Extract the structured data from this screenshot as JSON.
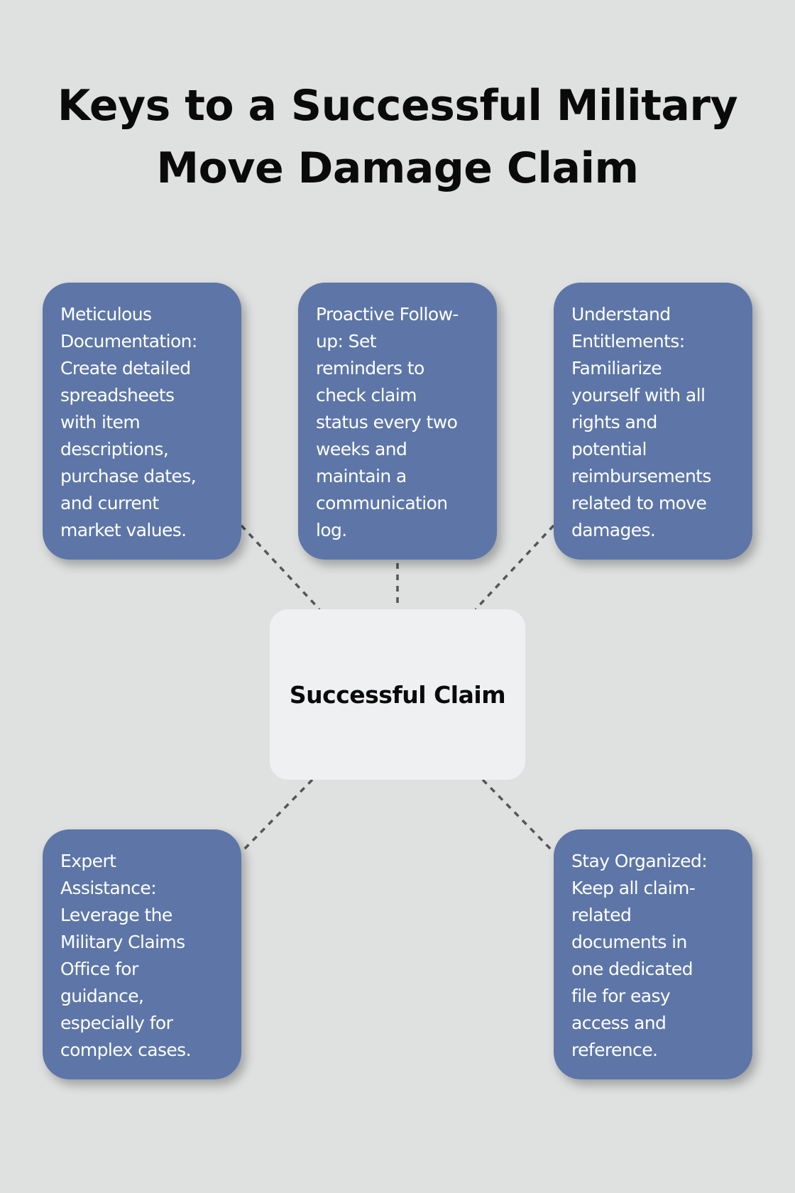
{
  "title": {
    "lines": [
      "Keys to a Successful Military",
      "Move Damage Claim"
    ]
  },
  "center": {
    "label": "Successful Claim"
  },
  "nodes": [
    {
      "lines": [
        "Meticulous",
        "Documentation:",
        "Create detailed",
        "spreadsheets",
        "with item",
        "descriptions,",
        "purchase dates,",
        "and current",
        "market values."
      ]
    },
    {
      "lines": [
        "Proactive Follow-",
        "up: Set",
        "reminders to",
        "check claim",
        "status every two",
        "weeks and",
        "maintain a",
        "communication",
        "log."
      ]
    },
    {
      "lines": [
        "Understand",
        "Entitlements:",
        "Familiarize",
        "yourself with all",
        "rights and",
        "potential",
        "reimbursements",
        "related to move",
        "damages."
      ]
    },
    {
      "lines": [
        "Expert",
        "Assistance:",
        "Leverage the",
        "Military Claims",
        "Office for",
        "guidance,",
        "especially for",
        "complex cases."
      ]
    },
    {
      "lines": [
        "Stay Organized:",
        "Keep all claim-",
        "related",
        "documents in",
        "one dedicated",
        "file for easy",
        "access and",
        "reference."
      ]
    }
  ],
  "colors": {
    "node": "#5d76a7",
    "center": "#eff0f2",
    "background": "#dfe0e0",
    "connector": "#555555"
  }
}
